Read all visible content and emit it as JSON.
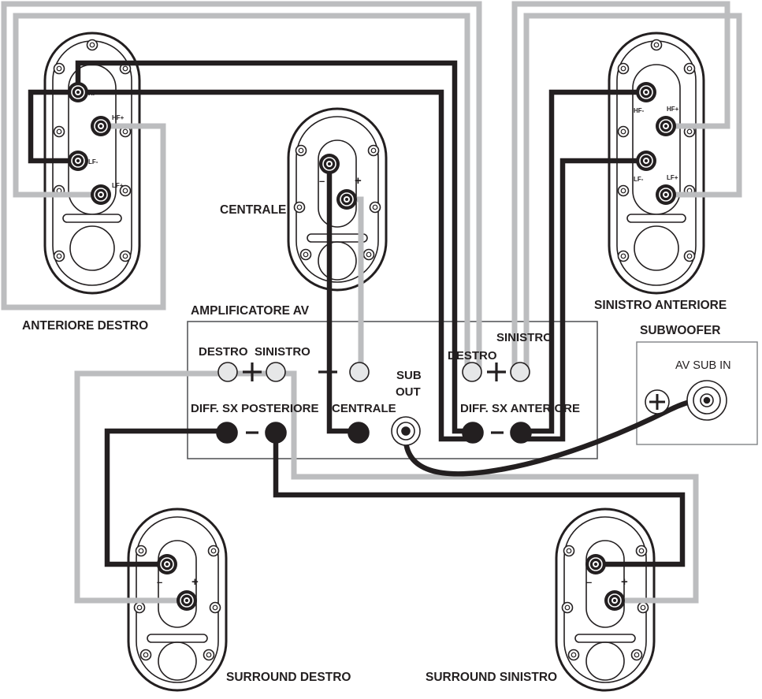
{
  "labels": {
    "anteriore_destro": "ANTERIORE DESTRO",
    "sinistro_anteriore": "SINISTRO ANTERIORE",
    "centrale_speaker": "CENTRALE",
    "surround_destro": "SURROUND DESTRO",
    "surround_sinistro": "SURROUND SINISTRO",
    "amplificatore": "AMPLIFICATORE AV",
    "subwoofer": "SUBWOOFER",
    "av_sub_in": "AV SUB IN",
    "destro_left": "DESTRO",
    "sinistro_left": "SINISTRO",
    "destro_right": "DESTRO",
    "sinistro_right": "SINISTRO",
    "diff_sx_posteriore": "DIFF. SX POSTERIORE",
    "centrale_amp": "CENTRALE",
    "sub_out_1": "SUB",
    "sub_out_2": "OUT",
    "diff_sx_anteriore": "DIFF. SX ANTERIORE"
  },
  "terminal_marks": {
    "plus": "+",
    "minus": "–",
    "hf_minus": "HF-",
    "hf_plus": "HF+",
    "lf_minus": "LF-",
    "lf_plus": "LF+"
  },
  "colors": {
    "ink": "#231f20",
    "wire_black": "#231f20",
    "wire_gray": "#bcbdbf",
    "panel_stroke": "#58595b"
  }
}
